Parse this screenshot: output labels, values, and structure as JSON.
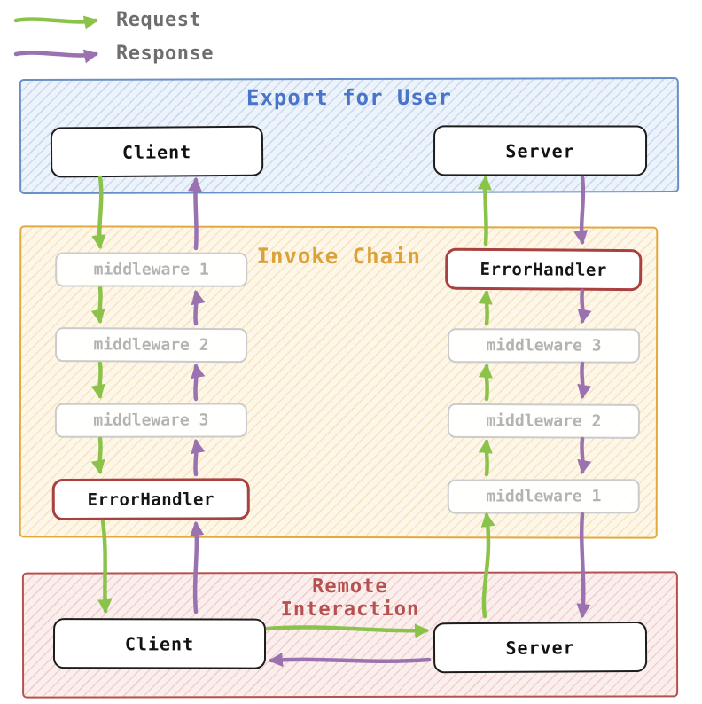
{
  "legend": {
    "request_label": "Request",
    "response_label": "Response"
  },
  "colors": {
    "request": "#8bc34a",
    "response": "#9b72b0",
    "export_border": "#6a8fc5",
    "export_title": "#4a74c9",
    "invoke_border": "#e2a93d",
    "invoke_title": "#dba23a",
    "remote_border": "#b5524f",
    "remote_title": "#b5524f",
    "error_border": "#a8413f",
    "middleware_border": "#cbcbcb",
    "middleware_text": "#b3b3b3"
  },
  "sections": {
    "export": {
      "title": "Export for User",
      "client_label": "Client",
      "server_label": "Server"
    },
    "invoke": {
      "title": "Invoke Chain",
      "left_chain": [
        "middleware 1",
        "middleware 2",
        "middleware 3"
      ],
      "left_error": "ErrorHandler",
      "right_error": "ErrorHandler",
      "right_chain": [
        "middleware 3",
        "middleware 2",
        "middleware 1"
      ]
    },
    "remote": {
      "title_line1": "Remote",
      "title_line2": "Interaction",
      "client_label": "Client",
      "server_label": "Server"
    }
  }
}
